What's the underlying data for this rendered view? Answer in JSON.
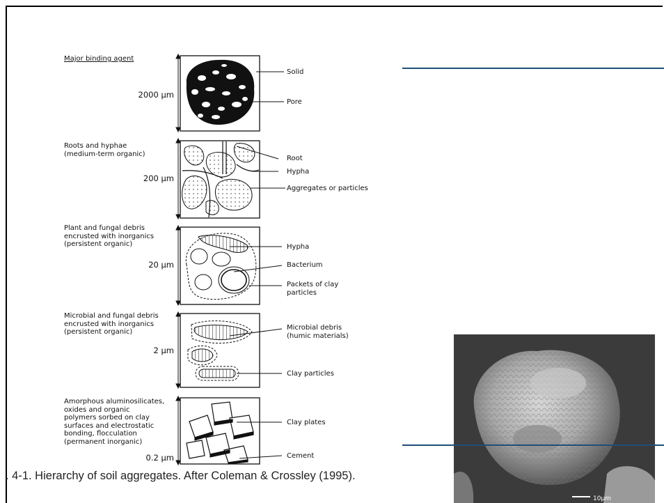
{
  "diagram": {
    "header": "Major binding agent",
    "levels": [
      {
        "agent": "",
        "scale": "2000 μm",
        "callouts": [
          "Solid",
          "Pore"
        ]
      },
      {
        "agent": "Roots and hyphae\n(medium-term organic)",
        "scale": "200 μm",
        "callouts": [
          "Root",
          "Hypha",
          "Aggregates or particles"
        ]
      },
      {
        "agent": "Plant and fungal debris\nencrusted with inorganics\n(persistent organic)",
        "scale": "20 μm",
        "callouts": [
          "Hypha",
          "Bacterium",
          "Packets of clay\nparticles"
        ]
      },
      {
        "agent": "Microbial and fungal debris\nencrusted with inorganics\n(persistent organic)",
        "scale": "2 μm",
        "callouts": [
          "Microbial debris\n(humic materials)",
          "Clay particles"
        ]
      },
      {
        "agent": "Amorphous aluminosilicates,\noxides and organic\npolymers sorbed on clay\nsurfaces and electrostatic\nbonding, flocculation\n(permanent inorganic)",
        "scale": "0.2 μm",
        "callouts": [
          "Clay plates",
          "Cement"
        ]
      }
    ]
  },
  "caption": ". 4-1. Hierarchy of soil aggregates. After Coleman & Crossley (1995).",
  "photo": {
    "scale_text": "10μm"
  },
  "colors": {
    "rule": "#1f4e79",
    "frame": "#000000"
  }
}
